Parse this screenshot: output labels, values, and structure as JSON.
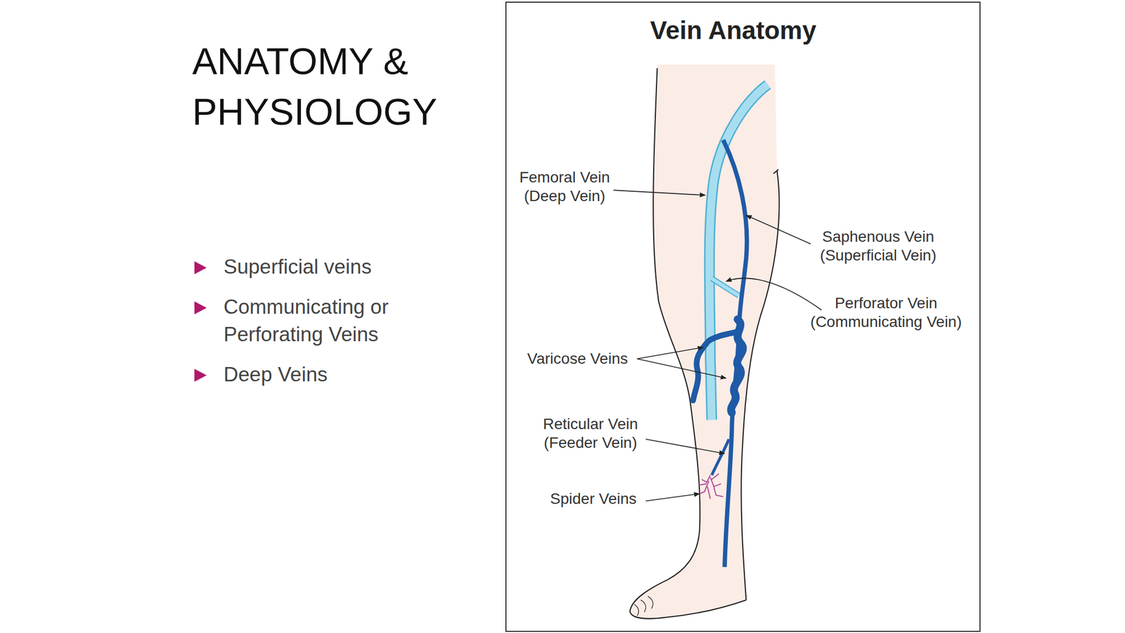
{
  "diagram": {
    "title": "ANATOMY & PHYSIOLOGY",
    "nodes": [
      {
        "text": [
          "Vein Anatomy",
          "Femoral Vein (Deep Vein)",
          "Saphenous Vein (Superficial Vein)",
          "Perforator Vein (Communicating Vein)",
          "Varicose Veins",
          "Reticular Vein (Feeder Vein)",
          "Spider Veins"
        ]
      }
    ],
    "labels": [
      "Superficial veins",
      "Communicating or Perforating Veins",
      "Deep Veins"
    ]
  }
}
